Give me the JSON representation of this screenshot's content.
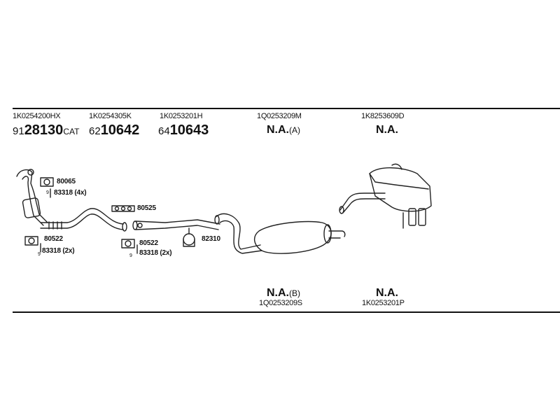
{
  "top_row": [
    {
      "oem": "1K0254200HX",
      "prefix": "91",
      "number": "28130",
      "suffix": "CAT"
    },
    {
      "oem": "1K0254305K",
      "prefix": "62",
      "number": "10642",
      "suffix": ""
    },
    {
      "oem": "1K0253201H",
      "prefix": "64",
      "number": "10643",
      "suffix": ""
    },
    {
      "oem": "1Q0253209M",
      "na": "N.A.",
      "na_suffix": "(A)"
    },
    {
      "oem": "1K8253609D",
      "na": "N.A.",
      "na_suffix": ""
    }
  ],
  "bottom_row": [
    {
      "na": "N.A.",
      "na_suffix": "(B)",
      "oem": "1Q0253209S"
    },
    {
      "na": "N.A.",
      "na_suffix": "",
      "oem": "1K0253201P"
    }
  ],
  "hardware": {
    "gasket_1": "80065",
    "bolt_1": "83318 (4x)",
    "gasket_2": "80525",
    "gasket_3": "80522",
    "bolt_3": "83318 (2x)",
    "gasket_4": "80522",
    "bolt_4": "83318 (2x)",
    "clamp": "82310",
    "index_mark": "9"
  }
}
